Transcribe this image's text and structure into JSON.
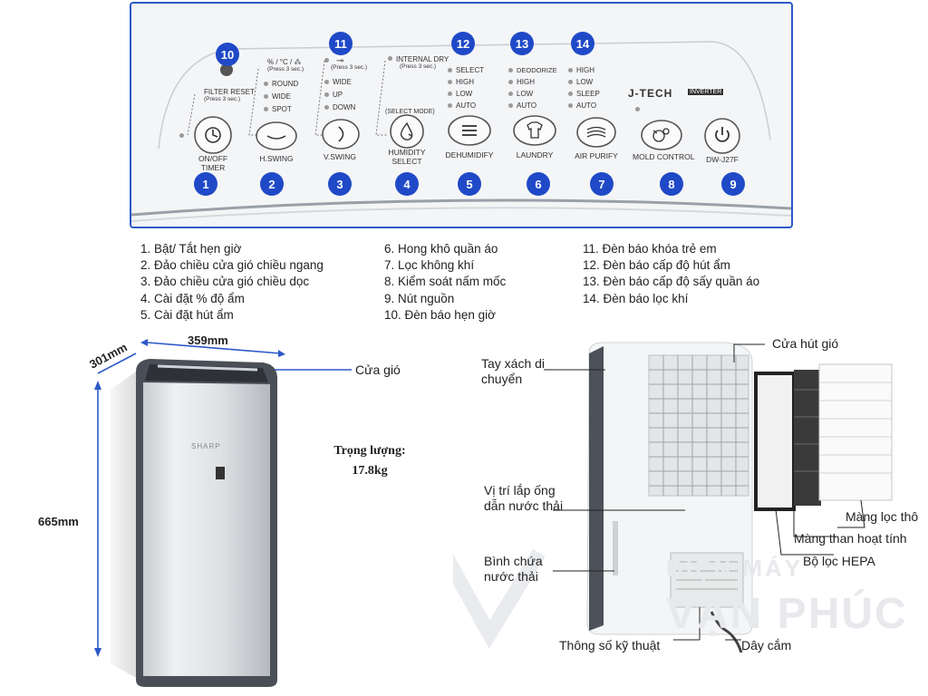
{
  "panel": {
    "brand_logo": "J-TECH",
    "brand_logo_sub": "INVERTER",
    "model": "DW-J27F",
    "filter_reset": "FILTER RESET",
    "filter_reset_hint": "(Press 3 sec.)",
    "swing_head": "% / °C / ⁂",
    "swing_head_hint": "(Press 3 sec.)",
    "lock_hint": "(Press 3 sec.)",
    "internal_dry": "INTERNAL DRY",
    "internal_dry_hint": "(Press 3 sec.)",
    "select_mode": "(SELECT MODE)",
    "hswing_opts": [
      "ROUND",
      "WIDE",
      "SPOT"
    ],
    "vswing_opts": [
      "WIDE",
      "UP",
      "DOWN"
    ],
    "dehum_opts": [
      "SELECT",
      "HIGH",
      "LOW",
      "AUTO"
    ],
    "laundry_opts": [
      "DEODORIZE",
      "HIGH",
      "LOW",
      "AUTO"
    ],
    "purify_opts": [
      "HIGH",
      "LOW",
      "SLEEP",
      "AUTO"
    ],
    "buttons": [
      {
        "label": "ON/OFF",
        "label2": "TIMER",
        "icon": "clock-icon"
      },
      {
        "label": "H.SWING",
        "label2": "",
        "icon": "h-swing-icon"
      },
      {
        "label": "V.SWING",
        "label2": "",
        "icon": "v-swing-icon"
      },
      {
        "label": "HUMIDITY",
        "label2": "SELECT",
        "icon": "droplet-icon"
      },
      {
        "label": "DEHUMIDIFY",
        "label2": "",
        "icon": "menu-lines-icon"
      },
      {
        "label": "LAUNDRY",
        "label2": "",
        "icon": "shirt-icon"
      },
      {
        "label": "AIR PURIFY",
        "label2": "",
        "icon": "air-wave-icon"
      },
      {
        "label": "MOLD CONTROL",
        "label2": "",
        "icon": "mold-icon"
      },
      {
        "label": "",
        "label2": "",
        "icon": "power-icon"
      }
    ],
    "bottom_numbers": [
      "1",
      "2",
      "3",
      "4",
      "5",
      "6",
      "7",
      "8",
      "9"
    ],
    "top_numbers": [
      "10",
      "11",
      "12",
      "13",
      "14"
    ],
    "accent": "#1f49c7"
  },
  "legend": {
    "col1": [
      "1. Bật/ Tắt hẹn giờ",
      "2. Đảo chiều cửa gió chiều ngang",
      "3. Đảo chiều cửa gió chiều dọc",
      "4. Cài đặt % độ ẩm",
      "5. Cài đặt hút ẩm"
    ],
    "col2": [
      "6. Hong khô quần áo",
      "7. Lọc không khí",
      "8. Kiểm soát nấm mốc",
      "9. Nút nguồn",
      "10. Đèn báo hẹn giờ"
    ],
    "col3": [
      "11. Đèn báo khóa trẻ em",
      "12. Đèn báo cấp độ hút ẩm",
      "13. Đèn báo cấp độ sấy quần áo",
      "14. Đèn báo lọc khí"
    ]
  },
  "front": {
    "depth": "301mm",
    "width": "359mm",
    "height": "665mm",
    "air_outlet": "Cửa gió",
    "weight_label": "Trọng lượng:",
    "weight_value": "17.8kg",
    "brand": "SHARP"
  },
  "back": {
    "handle": "Tay xách di chuyển",
    "intake": "Cửa hút gió",
    "drain_pos": "Vị trí lắp ống dẫn nước thải",
    "tank": "Bình chứa nước thải",
    "specs": "Thông số kỹ thuật",
    "cord": "Dây cắm",
    "coarse_filter": "Màng lọc thô",
    "carbon_filter": "Màng than hoạt tính",
    "hepa_filter": "Bộ lọc HEPA",
    "watermark_1": "ĐIỆN MÁY",
    "watermark_2": "VẠN PHÚC"
  }
}
